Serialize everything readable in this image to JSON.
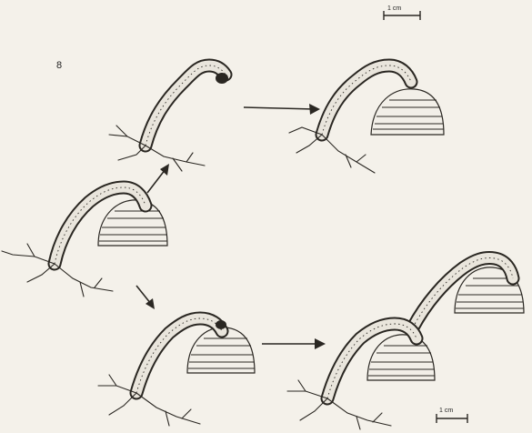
{
  "figure": {
    "panel_label": "8",
    "scale_bar_top": "1 cm",
    "scale_bar_bottom": "1 cm",
    "colors": {
      "background": "#f4f1ea",
      "ink": "#2a2722",
      "shade": "#8a8478",
      "tube_fill": "#e9e5dc",
      "dome_fill": "#f2efe8"
    }
  }
}
